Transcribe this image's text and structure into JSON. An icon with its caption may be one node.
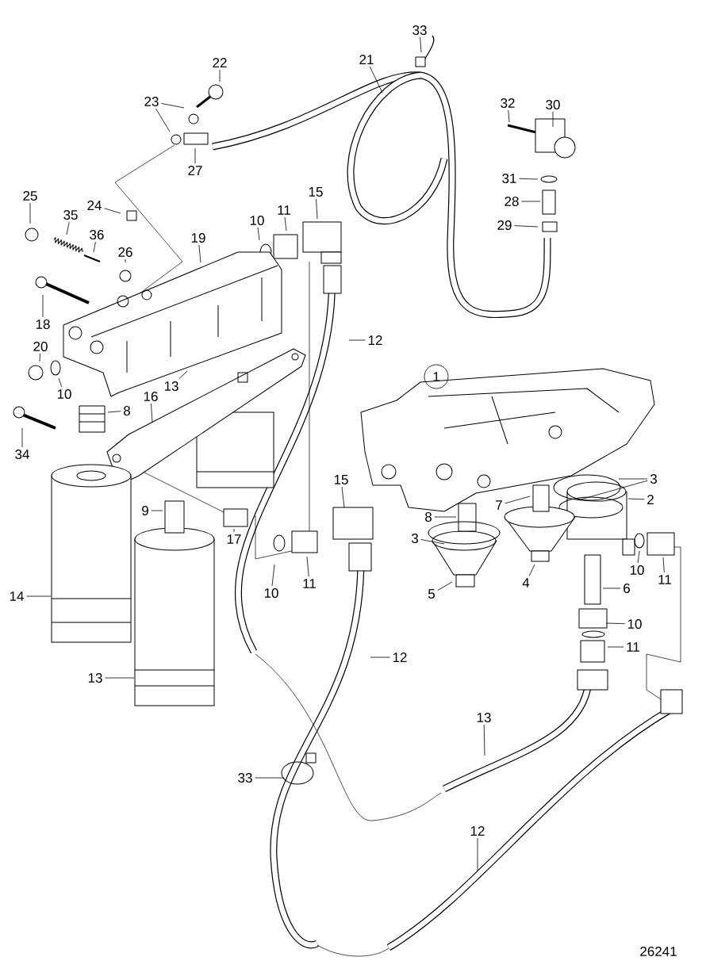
{
  "diagram": {
    "nodes": [
      {
        "text": [
          "33"
        ]
      },
      {
        "text": [
          "21"
        ]
      },
      {
        "text": [
          "22"
        ]
      },
      {
        "text": [
          "23"
        ]
      },
      {
        "text": [
          "27"
        ]
      },
      {
        "text": [
          "32"
        ]
      },
      {
        "text": [
          "30"
        ]
      },
      {
        "text": [
          "31"
        ]
      },
      {
        "text": [
          "28"
        ]
      },
      {
        "text": [
          "29"
        ]
      },
      {
        "text": [
          "25"
        ]
      },
      {
        "text": [
          "35"
        ]
      },
      {
        "text": [
          "24"
        ]
      },
      {
        "text": [
          "36"
        ]
      },
      {
        "text": [
          "26"
        ]
      },
      {
        "text": [
          "19"
        ]
      },
      {
        "text": [
          "10"
        ]
      },
      {
        "text": [
          "11"
        ]
      },
      {
        "text": [
          "15"
        ]
      },
      {
        "text": [
          "18"
        ]
      },
      {
        "text": [
          "12"
        ]
      },
      {
        "text": [
          "20"
        ]
      },
      {
        "text": [
          "10"
        ]
      },
      {
        "text": [
          "13"
        ]
      },
      {
        "text": [
          "1"
        ]
      },
      {
        "text": [
          "8"
        ]
      },
      {
        "text": [
          "16"
        ]
      },
      {
        "text": [
          "34"
        ]
      },
      {
        "text": [
          "3"
        ]
      },
      {
        "text": [
          "2"
        ]
      },
      {
        "text": [
          "7"
        ]
      },
      {
        "text": [
          "15"
        ]
      },
      {
        "text": [
          "9"
        ]
      },
      {
        "text": [
          "17"
        ]
      },
      {
        "text": [
          "8"
        ]
      },
      {
        "text": [
          "3"
        ]
      },
      {
        "text": [
          "10"
        ]
      },
      {
        "text": [
          "11"
        ]
      },
      {
        "text": [
          "14"
        ]
      },
      {
        "text": [
          "5"
        ]
      },
      {
        "text": [
          "4"
        ]
      },
      {
        "text": [
          "13"
        ]
      },
      {
        "text": [
          "6"
        ]
      },
      {
        "text": [
          "10"
        ]
      },
      {
        "text": [
          "11"
        ]
      },
      {
        "text": [
          "10"
        ]
      },
      {
        "text": [
          "11"
        ]
      },
      {
        "text": [
          "12"
        ]
      },
      {
        "text": [
          "13"
        ]
      },
      {
        "text": [
          "33"
        ]
      },
      {
        "text": [
          "12"
        ]
      },
      {
        "text": [],
        "shape": "picture"
      }
    ],
    "edges": [
      {
        "from": 0,
        "to": null,
        "arrow": "none"
      },
      {
        "from": 1,
        "to": null,
        "arrow": "none"
      },
      {
        "from": 2,
        "to": null,
        "arrow": "none"
      },
      {
        "from": 3,
        "to": null,
        "arrow": "none"
      },
      {
        "from": 3,
        "to": null,
        "arrow": "none"
      },
      {
        "from": 4,
        "to": null,
        "arrow": "none"
      },
      {
        "from": 5,
        "to": null,
        "arrow": "none"
      },
      {
        "from": 6,
        "to": null,
        "arrow": "none"
      },
      {
        "from": 7,
        "to": null,
        "arrow": "none"
      },
      {
        "from": 8,
        "to": null,
        "arrow": "none"
      },
      {
        "from": 9,
        "to": null,
        "arrow": "none"
      },
      {
        "from": 10,
        "to": null,
        "arrow": "none"
      },
      {
        "from": 11,
        "to": null,
        "arrow": "none"
      },
      {
        "from": 12,
        "to": null,
        "arrow": "none"
      },
      {
        "from": 13,
        "to": null,
        "arrow": "none"
      },
      {
        "from": 14,
        "to": null,
        "arrow": "none"
      },
      {
        "from": 15,
        "to": 51,
        "arrow": "none"
      },
      {
        "from": 16,
        "to": null,
        "arrow": "none"
      },
      {
        "from": 17,
        "to": null,
        "arrow": "none"
      },
      {
        "from": 18,
        "to": null,
        "arrow": "none"
      },
      {
        "from": 19,
        "to": null,
        "arrow": "none"
      },
      {
        "from": 20,
        "to": null,
        "arrow": "none"
      },
      {
        "from": 21,
        "to": null,
        "arrow": "none"
      },
      {
        "from": 22,
        "to": null,
        "arrow": "none"
      },
      {
        "from": 23,
        "to": 51,
        "arrow": "none"
      },
      {
        "from": 25,
        "to": null,
        "arrow": "none"
      },
      {
        "from": 26,
        "to": null,
        "arrow": "none"
      },
      {
        "from": 27,
        "to": null,
        "arrow": "none"
      },
      {
        "from": 28,
        "to": null,
        "arrow": "none"
      },
      {
        "from": 28,
        "to": null,
        "arrow": "none"
      },
      {
        "from": 29,
        "to": null,
        "arrow": "none"
      },
      {
        "from": 30,
        "to": null,
        "arrow": "none"
      },
      {
        "from": 31,
        "to": null,
        "arrow": "none"
      },
      {
        "from": 32,
        "to": null,
        "arrow": "none"
      },
      {
        "from": 33,
        "to": null,
        "arrow": "none"
      },
      {
        "from": 34,
        "to": null,
        "arrow": "none"
      },
      {
        "from": 35,
        "to": null,
        "arrow": "none"
      },
      {
        "from": 36,
        "to": null,
        "arrow": "none"
      },
      {
        "from": 37,
        "to": null,
        "arrow": "none"
      },
      {
        "from": 38,
        "to": null,
        "arrow": "none"
      },
      {
        "from": 39,
        "to": null,
        "arrow": "none"
      },
      {
        "from": 40,
        "to": null,
        "arrow": "none"
      },
      {
        "from": 41,
        "to": null,
        "arrow": "none"
      },
      {
        "from": 42,
        "to": null,
        "arrow": "none"
      },
      {
        "from": 43,
        "to": null,
        "arrow": "none"
      },
      {
        "from": 44,
        "to": null,
        "arrow": "none"
      },
      {
        "from": 45,
        "to": null,
        "arrow": "none"
      },
      {
        "from": 46,
        "to": null,
        "arrow": "none"
      },
      {
        "from": 47,
        "to": null,
        "arrow": "none"
      },
      {
        "from": 48,
        "to": null,
        "arrow": "none"
      },
      {
        "from": 49,
        "to": null,
        "arrow": "none"
      },
      {
        "from": 50,
        "to": null,
        "arrow": "none"
      }
    ],
    "labels": [
      "26241"
    ]
  }
}
